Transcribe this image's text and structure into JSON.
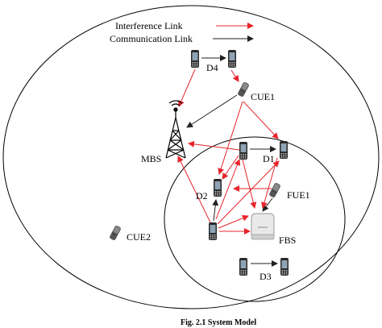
{
  "legend": {
    "interference_label": "Interference Link",
    "communication_label": "Communication Link"
  },
  "labels": {
    "d4": "D4",
    "cue1": "CUE1",
    "mbs": "MBS",
    "d1": "D1",
    "d2": "D2",
    "fue1": "FUE1",
    "cue2": "CUE2",
    "fbs": "FBS",
    "d3": "D3"
  },
  "caption": "Fig. 2.1 System Model",
  "colors": {
    "interference": "#e8242a",
    "communication": "#222222",
    "device_body": "#2b2b2b",
    "device_screen": "#8ea3b4",
    "fbs_body": "#e9e9e9"
  },
  "icons": {
    "device": "mobile-phone-icon",
    "cue": "flip-phone-icon",
    "mbs": "cell-tower-icon",
    "fbs": "femto-base-station-icon"
  }
}
